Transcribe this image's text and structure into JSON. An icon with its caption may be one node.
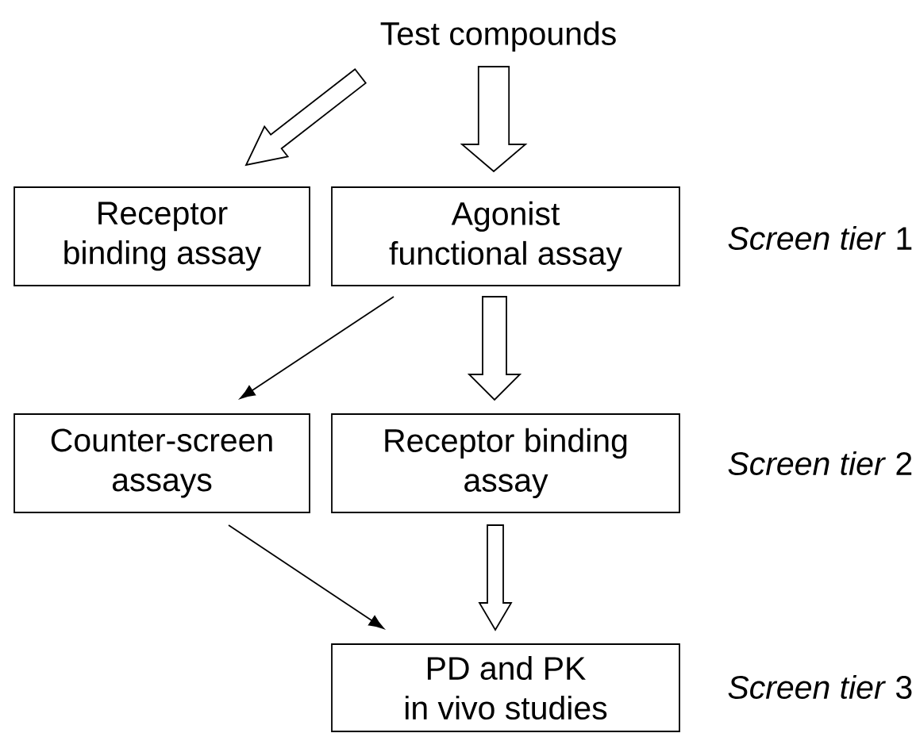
{
  "diagram": {
    "nodes": [
      {
        "text": [
          "Test compounds"
        ]
      },
      {
        "text": [
          "Receptor binding assay"
        ]
      },
      {
        "text": [
          "Agonist functional assay"
        ]
      },
      {
        "text": [
          "Counter-screen assays"
        ]
      },
      {
        "text": [
          "Receptor binding assay"
        ]
      },
      {
        "text": [
          "PD and PK in vivo studies"
        ]
      }
    ],
    "edges": [
      {
        "from": 0,
        "to": 1,
        "arrow": "to",
        "style": "thick"
      },
      {
        "from": 0,
        "to": 2,
        "arrow": "to",
        "style": "thick"
      },
      {
        "from": 2,
        "to": 3,
        "arrow": "to"
      },
      {
        "from": 2,
        "to": 4,
        "arrow": "to",
        "style": "thick"
      },
      {
        "from": 3,
        "to": 5,
        "arrow": "to"
      },
      {
        "from": 4,
        "to": 5,
        "arrow": "to",
        "style": "thick"
      }
    ],
    "labels": [
      "*Screen tier* 1",
      "*Screen tier* 2",
      "*Screen tier* 3"
    ]
  }
}
